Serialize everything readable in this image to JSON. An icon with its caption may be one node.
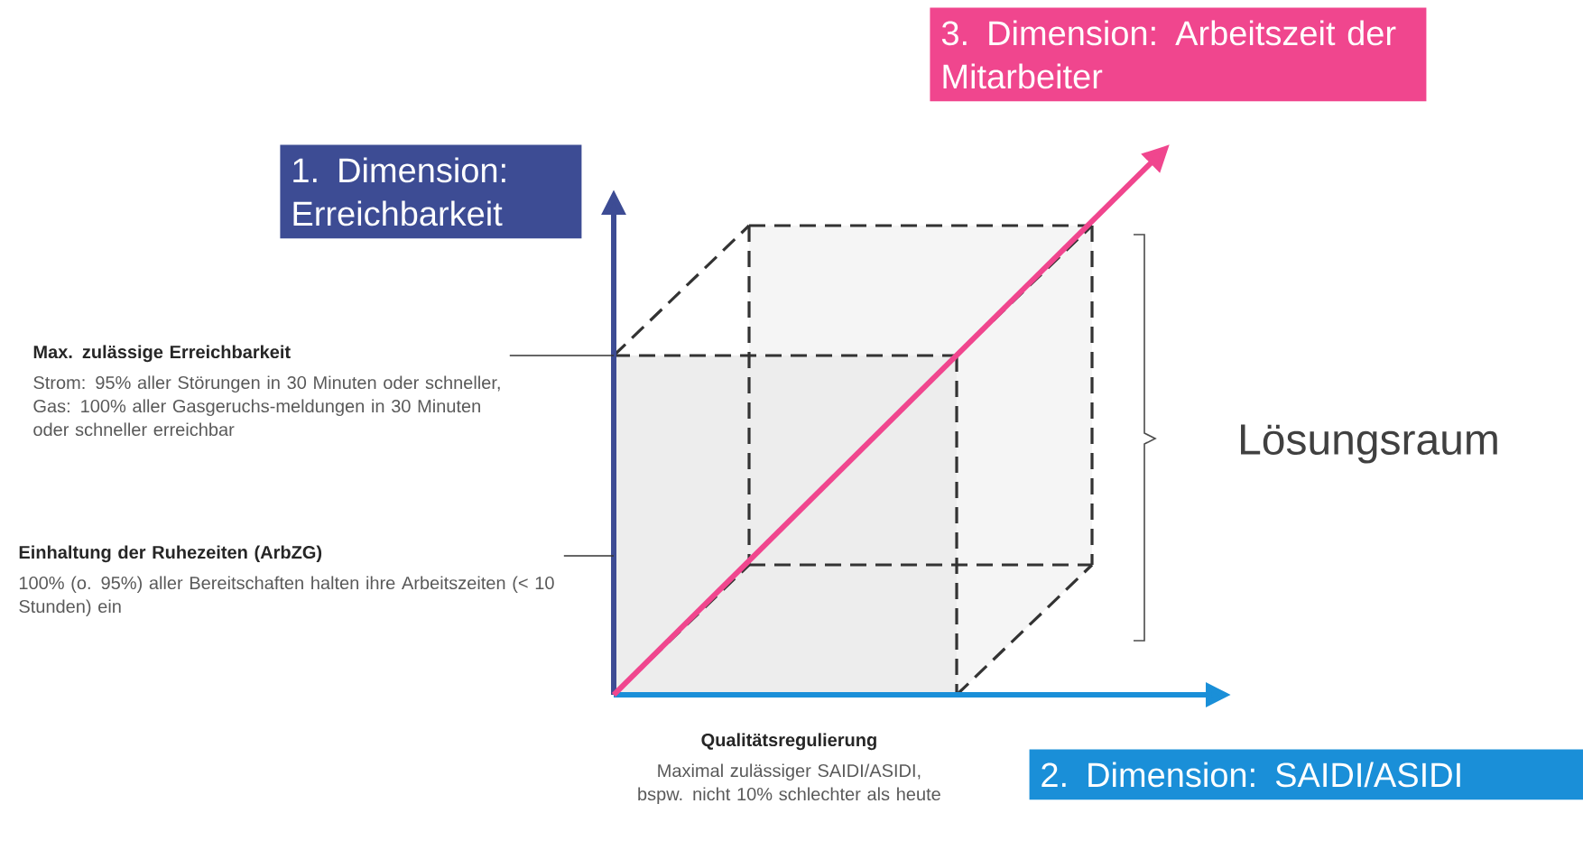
{
  "diagram": {
    "nodes": [
      {
        "text": [
          "1. Dimension: Erreichbarkeit"
        ]
      },
      {
        "text": [
          "3. Dimension: Arbeitszeit der Mitarbeiter"
        ]
      },
      {
        "text": [
          "2. Dimension: SAIDI/ASIDI"
        ]
      },
      {
        "text": [
          "Max. zulässige Erreichbarkeit",
          "Strom: 95% aller Störungen in 30 Minuten oder schneller, Gas: 100% aller Gasgeruchs-meldungen in 30 Minuten oder schneller erreichbar"
        ]
      },
      {
        "text": [
          "Einhaltung der Ruhezeiten (ArbZG)",
          "100% (o. 95%) aller Bereitschaften halten ihre Arbeitszeiten (< 10 Stunden) ein"
        ]
      },
      {
        "text": [
          "Qualitätsregulierung",
          "Maximal zulässiger SAIDI/ASIDI, bspw. nicht 10% schlechter als heute"
        ]
      }
    ],
    "edges": [
      {
        "from": 3,
        "to": null,
        "arrow": "none"
      },
      {
        "from": 4,
        "to": null,
        "arrow": "none"
      }
    ],
    "labels": [
      "Lösungsraum"
    ]
  }
}
